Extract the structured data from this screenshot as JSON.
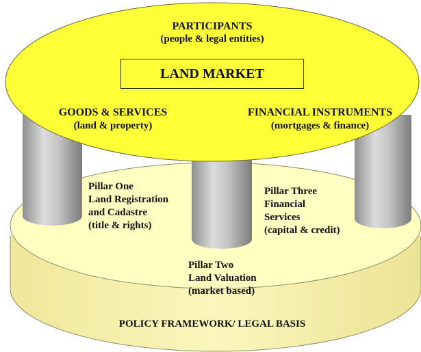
{
  "colors": {
    "top_disc": "#ffff33",
    "base_disc": "#ffffc0",
    "base_rim": "#f6f0a0",
    "pillar_light": "#d7d7d7",
    "pillar_dark": "#8a8a8a",
    "outline": "#555555"
  },
  "top": {
    "participants": "PARTICIPANTS",
    "participants_sub": "(people & legal entities)",
    "market": "LAND MARKET",
    "goods": "GOODS & SERVICES",
    "goods_sub": "(land & property)",
    "finance": "FINANCIAL INSTRUMENTS",
    "finance_sub": "(mortgages & finance)"
  },
  "pillars": {
    "one": [
      "Pillar One",
      "Land Registration",
      "and Cadastre",
      "(title & rights)"
    ],
    "two": [
      "Pillar Two",
      "Land Valuation",
      "(market based)"
    ],
    "three": [
      "Pillar Three",
      "Financial",
      "Services",
      "(capital & credit)"
    ]
  },
  "base": {
    "label": "POLICY FRAMEWORK/ LEGAL BASIS"
  }
}
